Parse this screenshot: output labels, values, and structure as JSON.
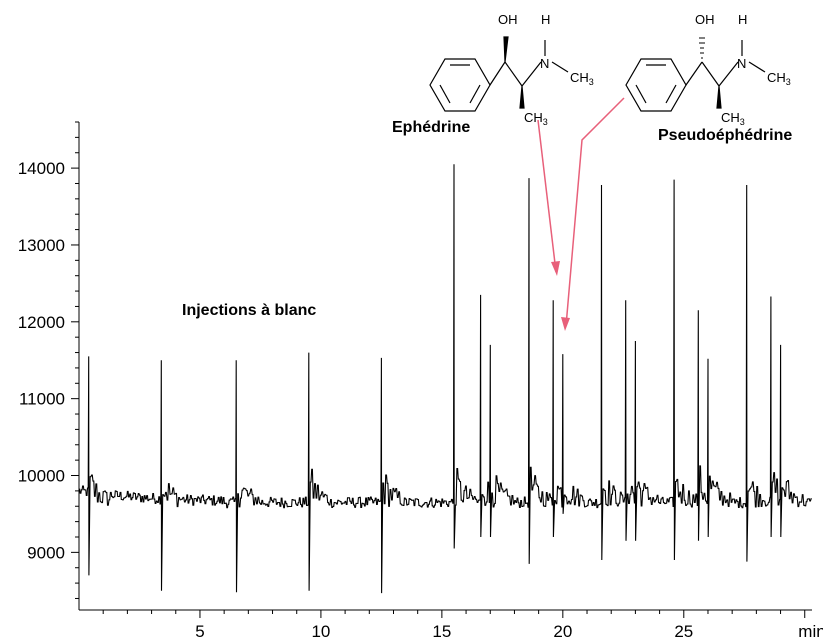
{
  "chart_data": {
    "type": "line",
    "title": "",
    "xlabel": "",
    "ylabel": "",
    "x_unit": "min",
    "xlim": [
      0,
      30.3
    ],
    "ylim": [
      8250,
      14600
    ],
    "x_ticks": [
      5,
      10,
      15,
      20,
      25
    ],
    "y_ticks": [
      9000,
      10000,
      11000,
      12000,
      13000,
      14000
    ],
    "x_tick_labels": [
      "5",
      "10",
      "15",
      "20",
      "25"
    ],
    "y_tick_labels": [
      "9000",
      "10000",
      "11000",
      "12000",
      "13000",
      "14000"
    ],
    "baseline": 9650,
    "series": [
      {
        "color": "#000000",
        "peaks": [
          {
            "t": 0.4,
            "max": 11550,
            "min": 8700
          },
          {
            "t": 3.4,
            "max": 11500,
            "min": 8500
          },
          {
            "t": 6.5,
            "max": 11500,
            "min": 8480
          },
          {
            "t": 9.5,
            "max": 11600,
            "min": 8500
          },
          {
            "t": 12.5,
            "max": 11530,
            "min": 8470
          },
          {
            "t": 15.5,
            "max": 14050,
            "min": 9050
          },
          {
            "t": 16.6,
            "max": 12350,
            "min": 9200
          },
          {
            "t": 17.0,
            "max": 11700,
            "min": 9200
          },
          {
            "t": 18.6,
            "max": 13870,
            "min": 8850
          },
          {
            "t": 19.6,
            "max": 12280,
            "min": 9200
          },
          {
            "t": 20.0,
            "max": 11580,
            "min": 9500
          },
          {
            "t": 21.6,
            "max": 13780,
            "min": 8900
          },
          {
            "t": 22.6,
            "max": 12280,
            "min": 9150
          },
          {
            "t": 23.0,
            "max": 11750,
            "min": 9150
          },
          {
            "t": 24.6,
            "max": 13850,
            "min": 8900
          },
          {
            "t": 25.6,
            "max": 12150,
            "min": 9150
          },
          {
            "t": 26.0,
            "max": 11520,
            "min": 9200
          },
          {
            "t": 27.6,
            "max": 13780,
            "min": 8880
          },
          {
            "t": 28.6,
            "max": 12330,
            "min": 9200
          },
          {
            "t": 29.0,
            "max": 11700,
            "min": 9200
          }
        ]
      }
    ],
    "annotations": [
      {
        "text": "Injections à blanc"
      },
      {
        "text": "Ephédrine",
        "points_to": {
          "t": 19.6,
          "value": 12280
        }
      },
      {
        "text": "Pseudoéphédrine",
        "points_to": {
          "t": 20.0,
          "value": 11580
        }
      }
    ],
    "arrow_color": "#e8607a",
    "molecules": [
      {
        "name": "ephedrine",
        "labels": {
          "oh": "OH",
          "h": "H",
          "n": "N",
          "ch3_right": "CH",
          "ch3_down": "CH",
          "sub": "3"
        }
      },
      {
        "name": "pseudoephedrine",
        "labels": {
          "oh": "OH",
          "h": "H",
          "n": "N",
          "ch3_right": "CH",
          "ch3_down": "CH",
          "sub": "3"
        }
      }
    ]
  }
}
